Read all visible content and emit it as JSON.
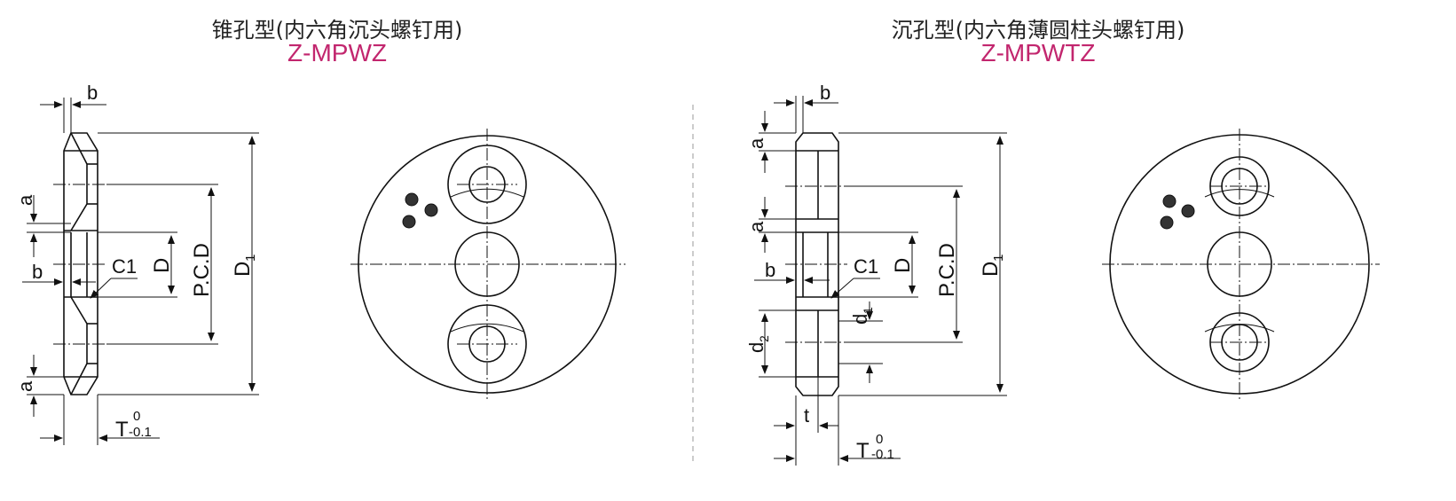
{
  "left": {
    "title": "锥孔型(内六角沉头螺钉用)",
    "code": "Z-MPWZ",
    "labels": {
      "b_top": "b",
      "a_upper": "a",
      "b_mid": "b",
      "c1": "C1",
      "d": "D",
      "pcd": "P.C.D",
      "d1_main": "D",
      "d1_sub": "1",
      "a_lower": "a",
      "t_main": "T",
      "t_sup": "0",
      "t_sub": "-0.1"
    }
  },
  "right": {
    "title": "沉孔型(内六角薄圆柱头螺钉用)",
    "code": "Z-MPWTZ",
    "labels": {
      "b_top": "b",
      "a_upper": "a",
      "a_mid": "a",
      "b_mid": "b",
      "c1": "C1",
      "d": "D",
      "pcd": "P.C.D",
      "d1_main": "D",
      "d1_sub": "1",
      "dd1_main": "d",
      "dd1_sub": "1",
      "d2_main": "d",
      "d2_sub": "2",
      "t_small": "t",
      "t_main": "T",
      "t_sup": "0",
      "t_sub": "-0.1"
    }
  }
}
